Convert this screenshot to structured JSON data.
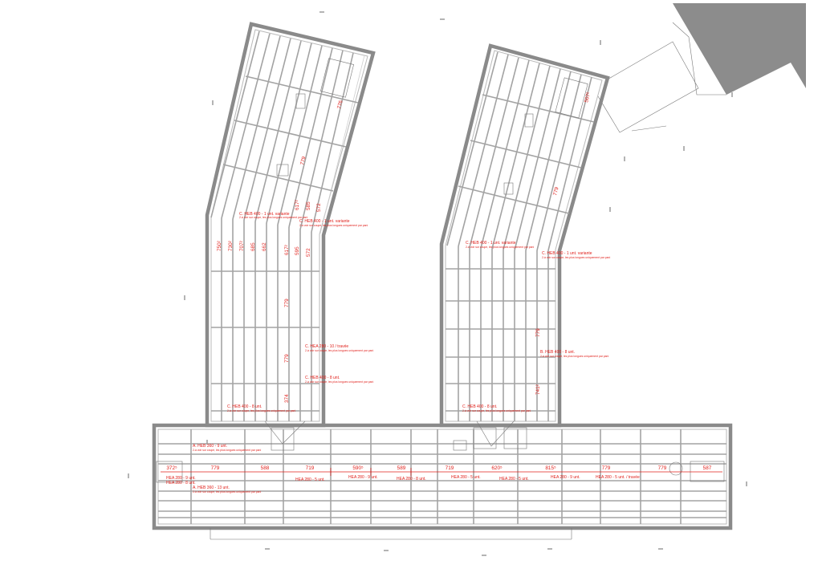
{
  "colors": {
    "annotation": "#e0201b",
    "wall": "#8a8a8a",
    "beam": "#a3a3a3",
    "neighbour_building": "#8c8c8c"
  },
  "notes": {
    "note_a": "C. HEB 400 - 1 unt. variante",
    "note_a_sub": "2-à voir sur coupe, les plus longues uniquement par pani",
    "note_b": "C. HEB 400 - 1 unt. variante",
    "note_b_sub": "2-à voir sur coupe, les plus longues uniquement par pani",
    "note_c": "C. HEA 280 - 10 / travée",
    "note_c_sub": "2-à voir sur coupe, les plus longues uniquement par pani",
    "note_d": "C. HEB 400 - 8 unt.",
    "note_d_sub": "2-à voir sur coupe, les plus longues uniquement par pani",
    "note_e": "C. HEB 400 - 8 unt.",
    "note_e_sub": "2-à voir sur coupe, les plus longues uniquement par pani",
    "note_f": "C. HEB 400 - 1 unt. variante",
    "note_f_sub": "2-à voir sur coupe, les plus longues uniquement par pani",
    "note_g": "C. HEB 400 - 1 unt. variante",
    "note_g_sub": "2-à voir sur coupe, les plus longues uniquement par pani",
    "note_h": "B. HEB 400 - 8 unt.",
    "note_h_sub": "2-à voir sur coupe, les plus longues uniquement par pani",
    "note_i": "C. HEB 400 - 8 unt.",
    "note_i_sub": "2-à voir sur coupe, les plus longues uniquement par pani",
    "note_j": "A. HEB 360 - 9 unt.",
    "note_j_sub": "2-à voir sur coupe, les plus longues uniquement par pani",
    "note_k": "A. HEB 360 - 13 unt.",
    "note_k_sub": "2-à voir sur coupe, les plus longues uniquement par pani"
  },
  "wing_left_dims": {
    "top": [
      "776",
      "779",
      "617²",
      "585",
      "572"
    ],
    "upper_row": [
      "750²",
      "730²",
      "707²",
      "685",
      "662",
      "617²",
      "595",
      "572"
    ],
    "lower": [
      "779",
      "779",
      "374"
    ]
  },
  "wing_right_dims": {
    "top": [
      "507²",
      "779"
    ],
    "lower": [
      "779",
      "741²"
    ]
  },
  "base_dims": [
    "372⁵",
    "779",
    "588",
    "719",
    "590⁵",
    "589",
    "719",
    "620⁵",
    "815⁵",
    "779",
    "779",
    "587"
  ],
  "base_beams": {
    "b1": "HEA 280 - 9 unt.",
    "b2": "HEA 280 - 8 unt.",
    "b3": "HEA 280 - 5 unt.",
    "b4": "HEA 280 - 9 unt.",
    "b5": "HEA 280 - 8 unt.",
    "b6": "HEA 280 - 5 unt.",
    "b7": "HEA 280 - 5 unt.",
    "b8": "HEA 280 - 9 unt.",
    "b9": "HEA 280 - 5 unt. / travée"
  }
}
